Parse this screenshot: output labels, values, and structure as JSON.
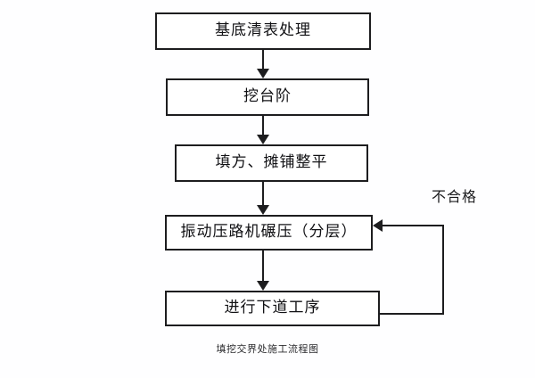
{
  "diagram": {
    "caption": "填挖交界处施工流程图",
    "nodes": [
      {
        "id": "node-1",
        "label": "基底清表处理"
      },
      {
        "id": "node-2",
        "label": "挖台阶"
      },
      {
        "id": "node-3",
        "label": "填方、摊铺整平"
      },
      {
        "id": "node-4",
        "label": "振动压路机碾压（分层）"
      },
      {
        "id": "node-5",
        "label": "进行下道工序"
      }
    ],
    "loop": {
      "label": "不合格",
      "from": "node-5",
      "to": "node-4"
    },
    "colors": {
      "border": "#1d1d1f",
      "node_fill": "#ffffff",
      "text": "#111114",
      "background": "#fefeff"
    }
  }
}
